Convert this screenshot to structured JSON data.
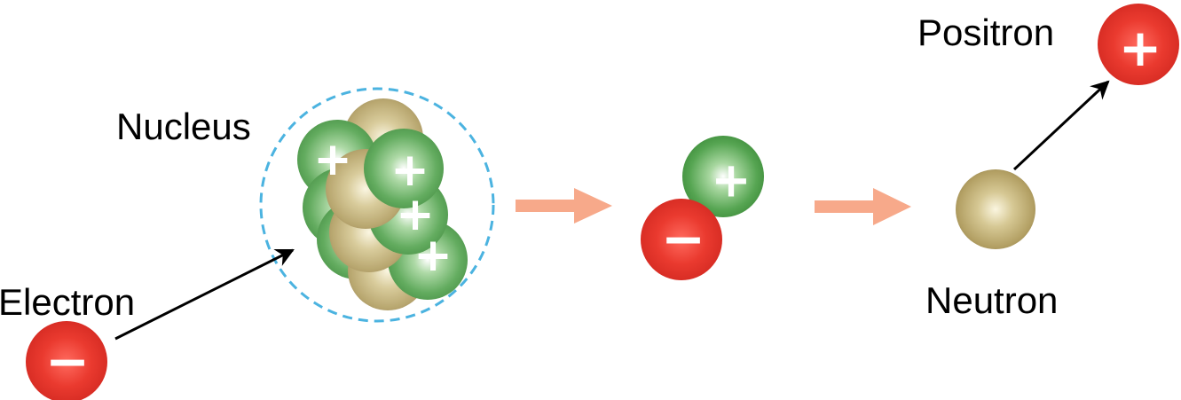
{
  "labels": {
    "electron": "Electron",
    "nucleus": "Nucleus",
    "positron": "Positron",
    "neutron": "Neutron"
  },
  "signs": {
    "plus": "+",
    "minus": "−"
  },
  "colors": {
    "electron_red": "#e8372c",
    "proton_green": "#4f9e4a",
    "neutron_tan": "#b7a56a",
    "nucleus_boundary": "#4bb3e0",
    "process_arrow": "#f7a98a",
    "path_arrow": "#000000"
  }
}
